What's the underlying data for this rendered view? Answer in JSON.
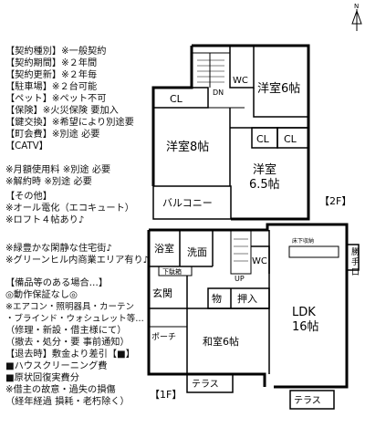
{
  "contract": [
    "【契約種別】※一般契約",
    "【契約期間】※２年間",
    "【契約更新】※２年毎",
    "【駐車場】※２台可能",
    "【ペット】※ペット不可",
    "【保険】※火災保険 要加入",
    "【鍵交換】※希望により別途要",
    "【町会費】※別途 必要",
    "【CATV】",
    "",
    "※月額使用料 ※別途 必要",
    "※解約時 ※別途 必要"
  ],
  "other_title": "【その他】",
  "other": [
    "※オール電化（エコキュート）",
    "※ロフト４帖あり♪"
  ],
  "notes": [
    "※緑豊かな閑静な住宅街♪",
    "※グリーンヒル内商業エリア有り♪"
  ],
  "equipment_title": "【備品等のある場合…】",
  "equipment": [
    "◎動作保証なし◎",
    "※エアコン・照明器具・カーテン",
    "・ブラインド・ウォシュレット等…",
    "（修理・新設・借主様にて）",
    "（撤去・処分・要 事前通知）"
  ],
  "moveout_title": "【退去時】敷金より差引【■】",
  "moveout": [
    "■ハウスクリーニング費",
    "■原状回復実費分",
    "※借主の故意・過失の損傷",
    "（経年経過 損耗・老朽除く）"
  ],
  "floor2": {
    "label": "【2F】",
    "rooms": {
      "western1": "洋室6帖",
      "western2": "洋室8帖",
      "western3_a": "洋室",
      "western3_b": "6.5帖",
      "cl1": "CL",
      "cl2": "CL",
      "cl3": "CL",
      "wc": "WC",
      "dn": "DN",
      "balcony": "バルコニー"
    }
  },
  "floor1": {
    "label": "【1F】",
    "rooms": {
      "bath": "浴室",
      "washroom": "洗面",
      "shoebox": "下駄箱",
      "entrance": "玄関",
      "storage": "物",
      "closet": "押入",
      "up": "UP",
      "wc": "WC",
      "ldk_a": "LDK",
      "ldk_b": "16帖",
      "japanese": "和室6帖",
      "porch": "ポーチ",
      "terrace1": "テラス",
      "terrace2": "テラス",
      "kitchen_unit": "床下収納",
      "back_door_a": "勝",
      "back_door_b": "手",
      "back_door_c": "口"
    }
  },
  "compass": "N"
}
